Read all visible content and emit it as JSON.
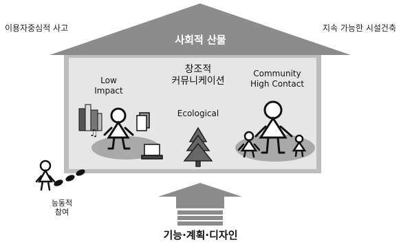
{
  "diagram": {
    "top_left_label": "이용자중심적 사고",
    "top_right_label": "지속 가능한 시설건축",
    "roof_label": "사회적 산물",
    "low_impact": [
      "Low",
      "Impact"
    ],
    "creative_communication": [
      "창조적",
      "커뮤니케이션"
    ],
    "ecological": "Ecological",
    "community": [
      "Community",
      "High Contact"
    ],
    "active_participation": [
      "능동적",
      "참여"
    ],
    "foundation_label": "기능·계획·디자인"
  }
}
